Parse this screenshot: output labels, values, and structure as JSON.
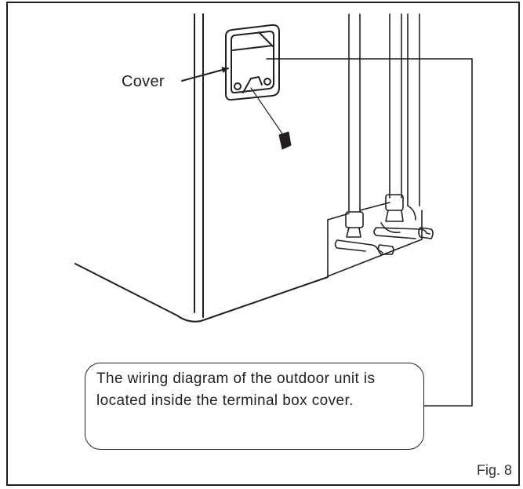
{
  "labels": {
    "cover": "Cover",
    "note": "The wiring diagram of the outdoor unit is located inside the terminal box cover.",
    "figure": "Fig. 8"
  },
  "colors": {
    "line": "#231f20",
    "background": "#ffffff"
  }
}
